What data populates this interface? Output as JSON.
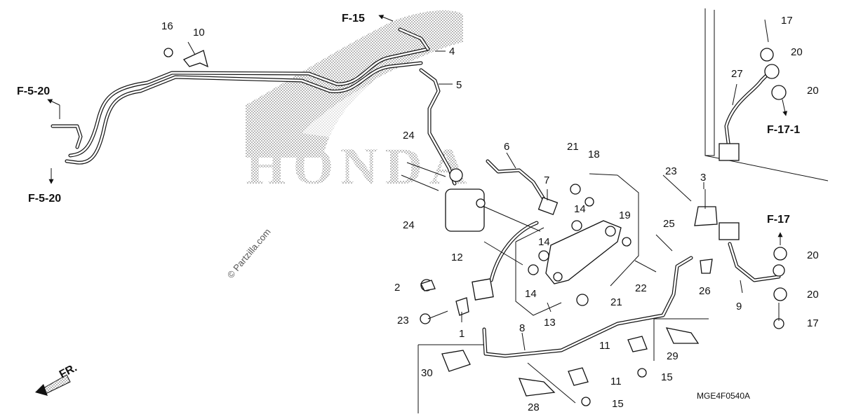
{
  "diagram": {
    "code": "MGE4F0540A",
    "watermark": "© Partzilla.com",
    "background_logo": "HONDA",
    "front_marker": "FR.",
    "references": [
      {
        "id": "ref-f15",
        "label": "F-15"
      },
      {
        "id": "ref-f520-top",
        "label": "F-5-20"
      },
      {
        "id": "ref-f520-bottom",
        "label": "F-5-20"
      },
      {
        "id": "ref-f171",
        "label": "F-17-1"
      },
      {
        "id": "ref-f17",
        "label": "F-17"
      }
    ],
    "callouts": [
      {
        "id": "c16",
        "label": "16"
      },
      {
        "id": "c10",
        "label": "10"
      },
      {
        "id": "c4",
        "label": "4"
      },
      {
        "id": "c5",
        "label": "5"
      },
      {
        "id": "c24a",
        "label": "24"
      },
      {
        "id": "c24b",
        "label": "24"
      },
      {
        "id": "c6",
        "label": "6"
      },
      {
        "id": "c7",
        "label": "7"
      },
      {
        "id": "c21a",
        "label": "21"
      },
      {
        "id": "c18",
        "label": "18"
      },
      {
        "id": "c14a",
        "label": "14"
      },
      {
        "id": "c14b",
        "label": "14"
      },
      {
        "id": "c14c",
        "label": "14"
      },
      {
        "id": "c19",
        "label": "19"
      },
      {
        "id": "c12",
        "label": "12"
      },
      {
        "id": "c13",
        "label": "13"
      },
      {
        "id": "c21b",
        "label": "21"
      },
      {
        "id": "c22",
        "label": "22"
      },
      {
        "id": "c25",
        "label": "25"
      },
      {
        "id": "c23a",
        "label": "23"
      },
      {
        "id": "c3",
        "label": "3"
      },
      {
        "id": "c26",
        "label": "26"
      },
      {
        "id": "c9",
        "label": "9"
      },
      {
        "id": "c2",
        "label": "2"
      },
      {
        "id": "c23b",
        "label": "23"
      },
      {
        "id": "c1",
        "label": "1"
      },
      {
        "id": "c8",
        "label": "8"
      },
      {
        "id": "c11a",
        "label": "11"
      },
      {
        "id": "c11b",
        "label": "11"
      },
      {
        "id": "c29",
        "label": "29"
      },
      {
        "id": "c15a",
        "label": "15"
      },
      {
        "id": "c15b",
        "label": "15"
      },
      {
        "id": "c30",
        "label": "30"
      },
      {
        "id": "c28",
        "label": "28"
      },
      {
        "id": "c17a",
        "label": "17"
      },
      {
        "id": "c20a",
        "label": "20"
      },
      {
        "id": "c20b",
        "label": "20"
      },
      {
        "id": "c27",
        "label": "27"
      },
      {
        "id": "c20c",
        "label": "20"
      },
      {
        "id": "c20d",
        "label": "20"
      },
      {
        "id": "c17b",
        "label": "17"
      }
    ]
  }
}
